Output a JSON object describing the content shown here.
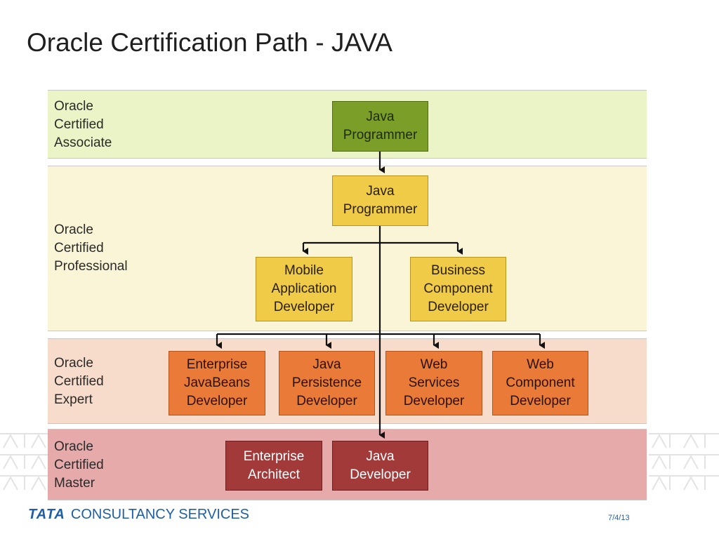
{
  "slide": {
    "title": "Oracle Certification Path - JAVA",
    "footer_brand_prefix": "TATA",
    "footer_brand_rest": "CONSULTANCY SERVICES",
    "date": "7/4/13"
  },
  "levels": [
    {
      "id": "associate",
      "label": [
        "Oracle",
        "Certified",
        "Associate"
      ],
      "color": "#ebf4c6"
    },
    {
      "id": "professional",
      "label": [
        "Oracle",
        "Certified",
        "Professional"
      ],
      "color": "#faf5d6"
    },
    {
      "id": "expert",
      "label": [
        "Oracle",
        "Certified",
        "Expert"
      ],
      "color": "#f7dccc"
    },
    {
      "id": "master",
      "label": [
        "Oracle",
        "Certified",
        "Master"
      ],
      "color": "#e6aaaa"
    }
  ],
  "certifications": [
    {
      "id": "oca-java-programmer",
      "level": "associate",
      "lines": [
        "Java",
        "Programmer"
      ],
      "color": "#7a9e27",
      "border": "#4f6b14",
      "text_color": "#1f2a05"
    },
    {
      "id": "ocp-java-programmer",
      "level": "professional",
      "lines": [
        "Java",
        "Programmer"
      ],
      "color": "#f0cb47",
      "border": "#b8941a",
      "text_color": "#2a2000"
    },
    {
      "id": "mobile-app-developer",
      "level": "professional",
      "lines": [
        "Mobile",
        "Application",
        "Developer"
      ],
      "color": "#f0cb47",
      "border": "#b8941a",
      "text_color": "#2a2000"
    },
    {
      "id": "business-component-developer",
      "level": "professional",
      "lines": [
        "Business",
        "Component",
        "Developer"
      ],
      "color": "#f0cb47",
      "border": "#b8941a",
      "text_color": "#2a2000"
    },
    {
      "id": "ejb-developer",
      "level": "expert",
      "lines": [
        "Enterprise",
        "JavaBeans",
        "Developer"
      ],
      "color": "#ea7a38",
      "border": "#b5531a",
      "text_color": "#2a1200"
    },
    {
      "id": "jpa-developer",
      "level": "expert",
      "lines": [
        "Java",
        "Persistence",
        "Developer"
      ],
      "color": "#ea7a38",
      "border": "#b5531a",
      "text_color": "#2a1200"
    },
    {
      "id": "web-services-developer",
      "level": "expert",
      "lines": [
        "Web",
        "Services",
        "Developer"
      ],
      "color": "#ea7a38",
      "border": "#b5531a",
      "text_color": "#2a1200"
    },
    {
      "id": "web-component-developer",
      "level": "expert",
      "lines": [
        "Web",
        "Component",
        "Developer"
      ],
      "color": "#ea7a38",
      "border": "#b5531a",
      "text_color": "#2a1200"
    },
    {
      "id": "enterprise-architect",
      "level": "master",
      "lines": [
        "Enterprise",
        "Architect"
      ],
      "color": "#a33a3a",
      "border": "#6e1e1e",
      "text_color": "#ffffff"
    },
    {
      "id": "java-developer",
      "level": "master",
      "lines": [
        "Java",
        "Developer"
      ],
      "color": "#a33a3a",
      "border": "#6e1e1e",
      "text_color": "#ffffff"
    }
  ],
  "connections": [
    {
      "from": "oca-java-programmer",
      "to": "ocp-java-programmer"
    },
    {
      "from": "ocp-java-programmer",
      "to": "mobile-app-developer"
    },
    {
      "from": "ocp-java-programmer",
      "to": "business-component-developer"
    },
    {
      "from": "ocp-java-programmer",
      "to": "ejb-developer"
    },
    {
      "from": "ocp-java-programmer",
      "to": "jpa-developer"
    },
    {
      "from": "ocp-java-programmer",
      "to": "web-services-developer"
    },
    {
      "from": "ocp-java-programmer",
      "to": "web-component-developer"
    },
    {
      "from": "ocp-java-programmer",
      "to": "java-developer"
    }
  ]
}
